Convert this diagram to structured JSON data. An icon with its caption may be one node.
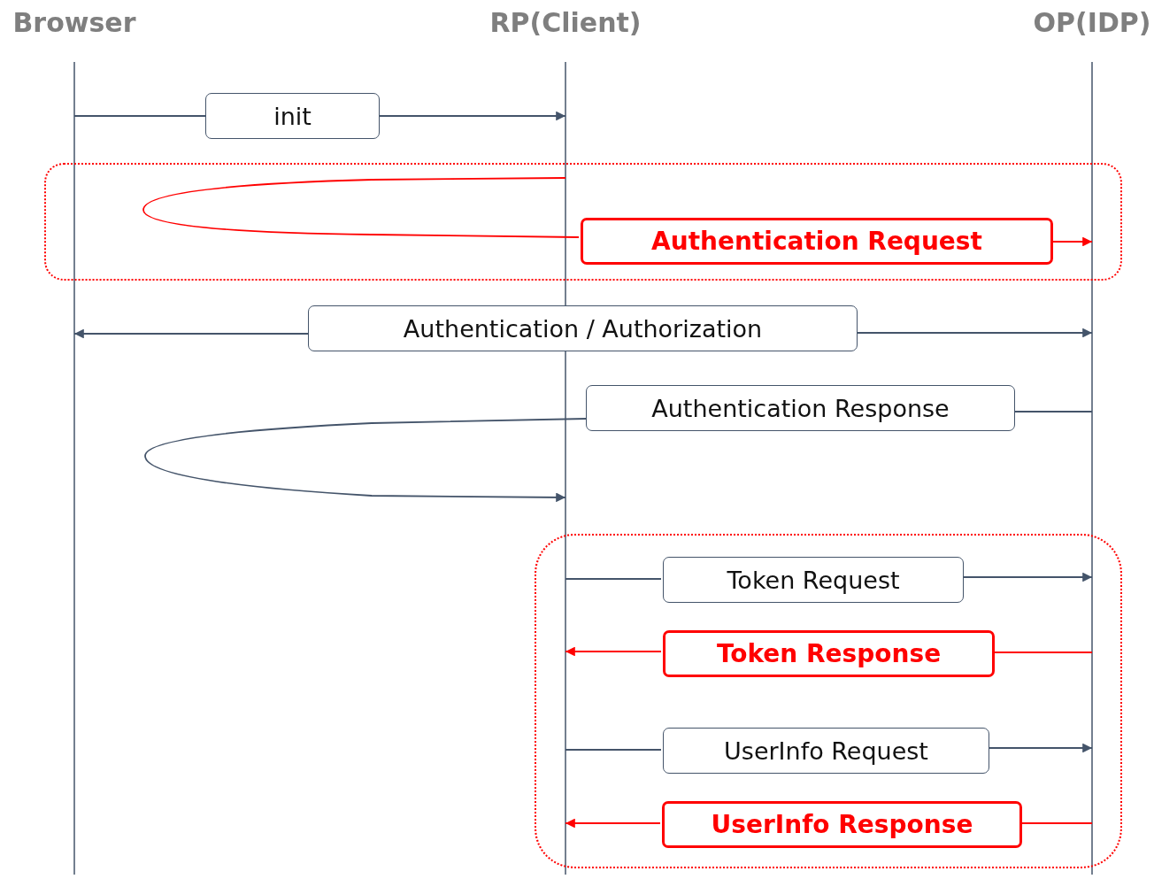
{
  "diagram": {
    "nodes": [
      {
        "text": [
          "Browser"
        ]
      },
      {
        "text": [
          "RP(Client)"
        ]
      },
      {
        "text": [
          "OP(IDP)"
        ]
      },
      {
        "text": [
          "init"
        ]
      },
      {
        "text": [],
        "shape": "box"
      },
      {
        "text": [
          "Authentication Request"
        ],
        "in": 4
      },
      {
        "text": [
          "Authentication / Authorization"
        ]
      },
      {
        "text": [
          "Authentication Response"
        ]
      },
      {
        "text": [],
        "shape": "box"
      },
      {
        "text": [
          "Token Request"
        ],
        "in": 8
      },
      {
        "text": [
          "Token Response"
        ],
        "in": 8
      },
      {
        "text": [
          "UserInfo Request"
        ],
        "in": 8
      },
      {
        "text": [
          "UserInfo Response"
        ],
        "in": 8
      }
    ],
    "edges": [
      {
        "from": 0,
        "to": 3,
        "arrow": "none"
      },
      {
        "from": 3,
        "to": 1,
        "arrow": "to"
      },
      {
        "from": 1,
        "to": 5,
        "arrow": "none",
        "color": "#ff0000"
      },
      {
        "from": 5,
        "to": 2,
        "arrow": "to",
        "color": "#ff0000"
      },
      {
        "from": 6,
        "to": 0,
        "arrow": "to"
      },
      {
        "from": 6,
        "to": 2,
        "arrow": "to"
      },
      {
        "from": 2,
        "to": 7,
        "arrow": "none"
      },
      {
        "from": 7,
        "to": 1,
        "arrow": "to"
      },
      {
        "from": 1,
        "to": 9,
        "arrow": "none"
      },
      {
        "from": 9,
        "to": 2,
        "arrow": "to"
      },
      {
        "from": 2,
        "to": 10,
        "arrow": "none",
        "color": "#ff0000"
      },
      {
        "from": 10,
        "to": 1,
        "arrow": "to",
        "color": "#ff0000"
      },
      {
        "from": 1,
        "to": 11,
        "arrow": "none"
      },
      {
        "from": 11,
        "to": 2,
        "arrow": "to"
      },
      {
        "from": 2,
        "to": 12,
        "arrow": "none",
        "color": "#ff0000"
      },
      {
        "from": 12,
        "to": 1,
        "arrow": "to",
        "color": "#ff0000"
      }
    ]
  }
}
